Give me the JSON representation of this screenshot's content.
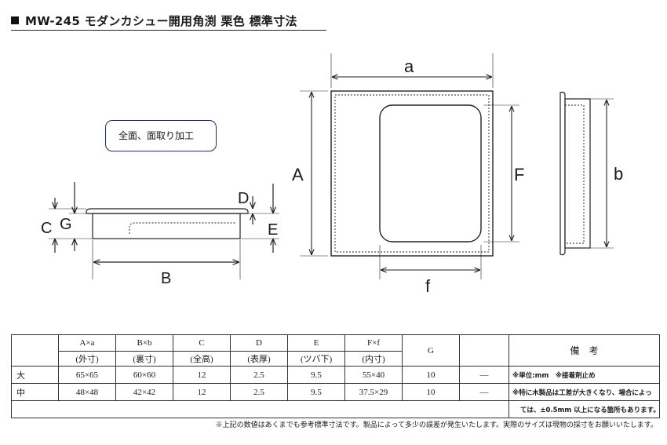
{
  "title": "MW-245 モダンカシュー開用角渕 栗色 標準寸法",
  "note": "全面、面取り加工",
  "dimensions": {
    "side": {
      "C": "C",
      "G": "G",
      "D": "D",
      "E": "E",
      "B": "B"
    },
    "front": {
      "a": "a",
      "A": "A",
      "F": "F",
      "f": "f"
    },
    "profile": {
      "b": "b"
    }
  },
  "table": {
    "headers": [
      {
        "top": "A×a",
        "bottom": "(外寸)"
      },
      {
        "top": "B×b",
        "bottom": "(裏寸)"
      },
      {
        "top": "C",
        "bottom": "(全高)"
      },
      {
        "top": "D",
        "bottom": "(表厚)"
      },
      {
        "top": "E",
        "bottom": "(ツバ下)"
      },
      {
        "top": "F×f",
        "bottom": "(内寸)"
      },
      {
        "top": "G",
        "bottom": ""
      }
    ],
    "remarks_header": "備考",
    "rows": [
      {
        "size": "大",
        "values": [
          "65×65",
          "60×60",
          "12",
          "2.5",
          "9.5",
          "55×40",
          "10",
          "―"
        ]
      },
      {
        "size": "中",
        "values": [
          "48×48",
          "42×42",
          "12",
          "2.5",
          "9.5",
          "37.5×29",
          "10",
          "―"
        ]
      }
    ],
    "remarks": [
      "※単位:mm　※接着剤止め",
      "※特に木製品は工差が大きくなり、場合によっ",
      "ては、±0.5mm 以上になる箇所もあります。"
    ]
  },
  "footer": "※上記の数値はあくまでも参考標準寸法です。製品によって多少の誤差が発生いたします。実際のサイズは現物の採寸をお願いいたします。"
}
